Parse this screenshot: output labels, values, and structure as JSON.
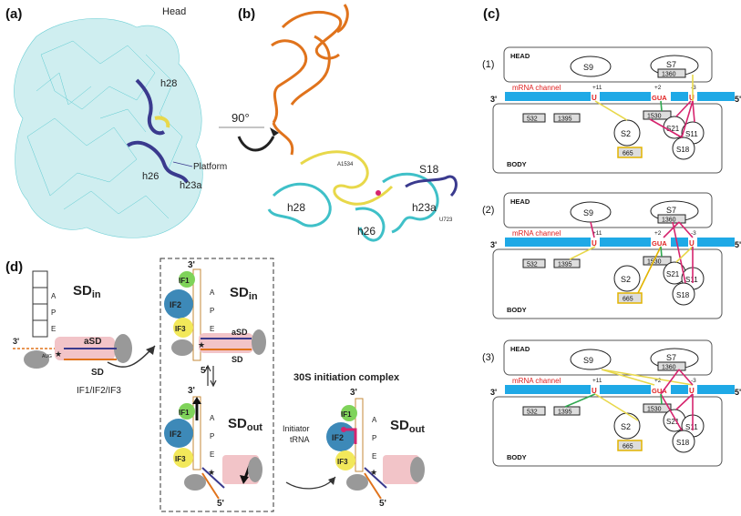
{
  "panel_a": {
    "label": "(a)",
    "head": "Head",
    "h28": "h28",
    "h26": "h26",
    "h23a": "h23a",
    "platform": "Platform",
    "rotation": "90°"
  },
  "panel_b": {
    "label": "(b)",
    "s18": "S18",
    "h28": "h28",
    "h26": "h26",
    "h23a": "h23a",
    "a1534": "A1534",
    "u723": "U723"
  },
  "panel_c": {
    "label": "(c)",
    "head": "HEAD",
    "body": "BODY",
    "channel": "mRNA channel",
    "end3": "3'",
    "end5": "5'",
    "s9": "S9",
    "s7": "S7",
    "s2": "S2",
    "s21": "S21",
    "s11": "S11",
    "s18": "S18",
    "r1360": "1360",
    "r532": "532",
    "r1395": "1395",
    "r1530": "1530",
    "r665": "665",
    "u": "U",
    "gua": "GUA",
    "p11": "+11",
    "p2": "+2",
    "m3": "-3",
    "states": [
      {
        "label": "(1)"
      },
      {
        "label": "(2)"
      },
      {
        "label": "(3)"
      }
    ]
  },
  "panel_d": {
    "label": "(d)",
    "sd_in": "SD",
    "sd_in_sub": "in",
    "sd_out": "SD",
    "sd_out_sub": "out",
    "asd": "aSD",
    "sd": "SD",
    "apE": [
      "A",
      "P",
      "E"
    ],
    "if1": "IF1",
    "if2": "IF2",
    "if3": "IF3",
    "factors": "IF1/IF2/IF3",
    "initiator": "Initiator",
    "trna": "tRNA",
    "complex": "30S initiation complex",
    "end3": "3'",
    "end5": "5'",
    "aug": "AUG"
  },
  "colors": {
    "cyan": "#3fc0c8",
    "navy": "#3a3a8e",
    "orange": "#e0731c",
    "yellow": "#e8d84a",
    "channel": "#1fa9e6",
    "red": "#e02020",
    "magenta": "#d6246e",
    "green": "#2fa84f",
    "gold": "#e2b400",
    "pink": "#f2c4c8"
  }
}
